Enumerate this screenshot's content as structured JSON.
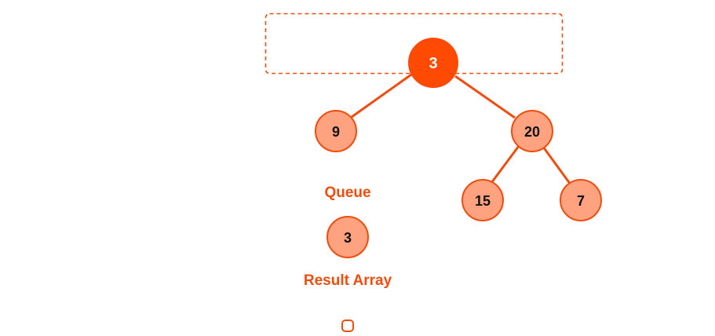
{
  "colors": {
    "accent": "#ef4d0e",
    "node_fill": "#fea27f",
    "node_active_fill": "#fe4a03",
    "node_text": "#111111",
    "node_active_text": "#ffffff"
  },
  "tree": {
    "root": "3",
    "left_child": "9",
    "right_child": "20",
    "right_left_child": "15",
    "right_right_child": "7"
  },
  "queue": {
    "label": "Queue",
    "items": [
      "3"
    ]
  },
  "result": {
    "label": "Result Array",
    "items": []
  }
}
